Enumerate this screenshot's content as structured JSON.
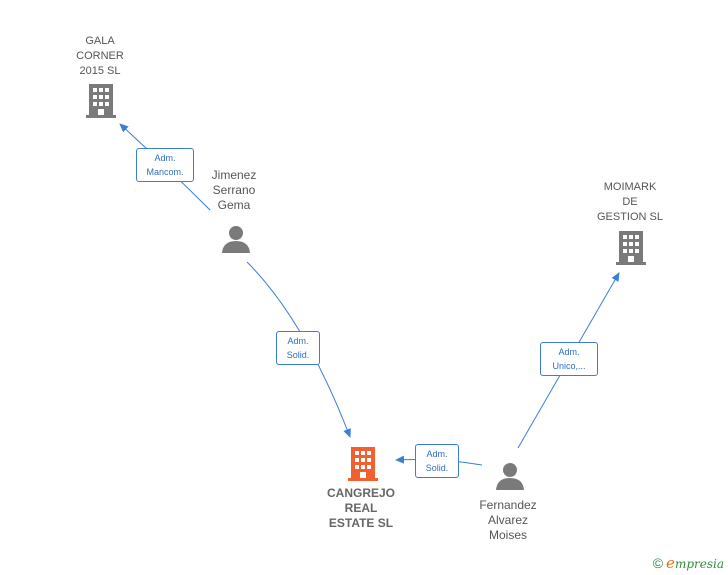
{
  "colors": {
    "edge": "#3a7fd5",
    "company": "#7a7a7a",
    "company_main": "#f06030",
    "person": "#7a7a7a"
  },
  "nodes": {
    "gala": {
      "label": "GALA\nCORNER\n2015  SL",
      "icon": "building-icon"
    },
    "jimenez": {
      "label": "Jimenez\nSerrano\nGema",
      "icon": "person-icon"
    },
    "moimark": {
      "label": "MOIMARK\nDE\nGESTION  SL",
      "icon": "building-icon"
    },
    "cangrejo": {
      "label": "CANGREJO\nREAL\nESTATE  SL",
      "icon": "building-icon"
    },
    "fernandez": {
      "label": "Fernandez\nAlvarez\nMoises",
      "icon": "person-icon"
    }
  },
  "edges": {
    "jimenez_gala": "Adm.\nMancom.",
    "jimenez_cangrejo": "Adm.\nSolid.",
    "fernandez_moimark": "Adm.\nUnico,...",
    "fernandez_cangrejo": "Adm.\nSolid."
  },
  "footer": {
    "copyright": "©",
    "brand_first": "e",
    "brand_rest": "mpresia"
  }
}
